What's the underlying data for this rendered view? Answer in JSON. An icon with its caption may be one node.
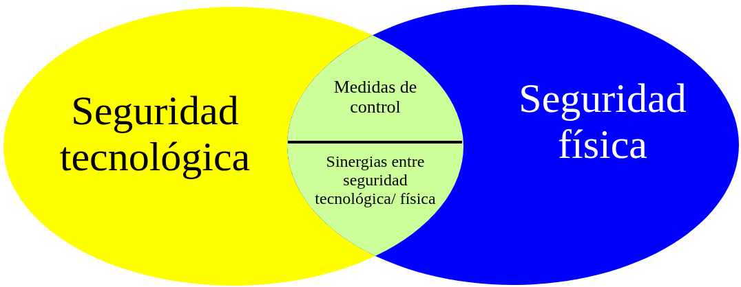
{
  "diagram": {
    "nodes": [
      {
        "text": [
          "Seguridad tecnológica"
        ]
      },
      {
        "text": [
          "Seguridad física"
        ]
      },
      {
        "text": [
          "Medidas de control",
          "Sinergias entre seguridad tecnológica/ física"
        ]
      }
    ],
    "edges": []
  }
}
